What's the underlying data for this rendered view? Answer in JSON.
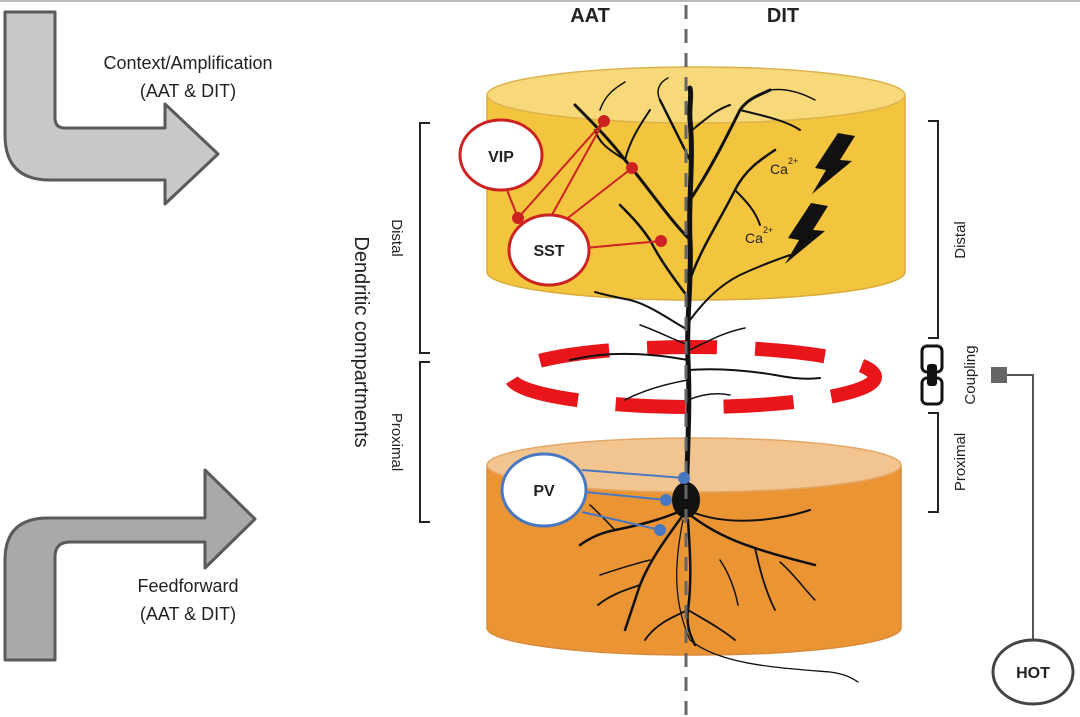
{
  "header": {
    "left": "AAT",
    "right": "DIT"
  },
  "arrows": {
    "top_line1": "Context/Amplification",
    "top_line2": "(AAT & DIT)",
    "bottom_line1": "Feedforward",
    "bottom_line2": "(AAT & DIT)"
  },
  "left_labels": {
    "distal": "Distal",
    "proximal": "Proximal",
    "compartments": "Dendritic compartments"
  },
  "right_labels": {
    "distal": "Distal",
    "coupling": "Coupling",
    "proximal": "Proximal"
  },
  "interneurons": {
    "vip": "VIP",
    "sst": "SST",
    "pv": "PV"
  },
  "calcium": {
    "base": "Ca",
    "charge": "2+"
  },
  "hot_label": "HOT",
  "colors": {
    "distal_fill": "#f3c43e",
    "distal_top": "#f7d97a",
    "proximal_fill": "#eb9434",
    "proximal_top": "#f2c48f",
    "interneuron_red": "#cc2222",
    "interneuron_blue": "#4a78c0",
    "coupling_ring": "#e8161b"
  }
}
